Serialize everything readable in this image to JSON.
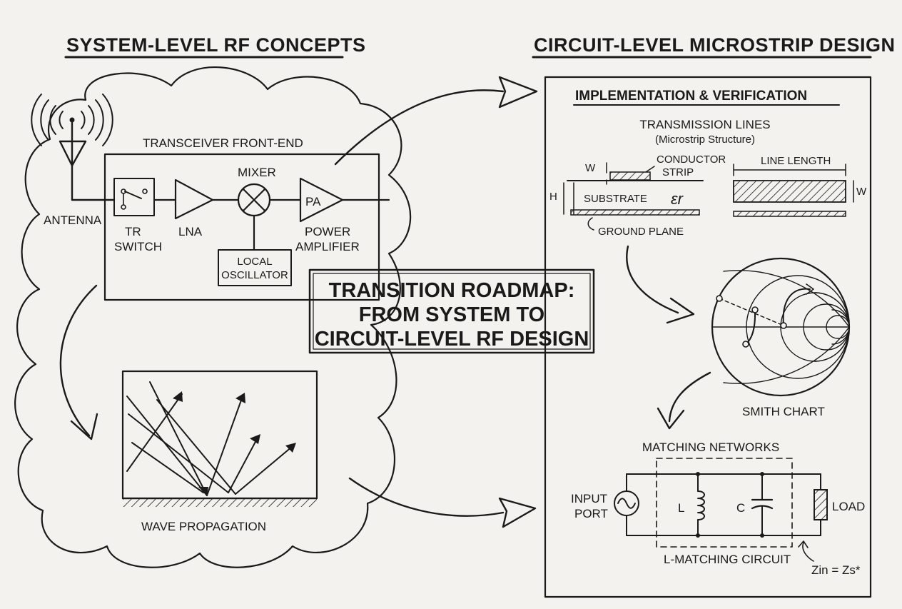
{
  "headers": {
    "left": "SYSTEM-LEVEL RF CONCEPTS",
    "right": "CIRCUIT-LEVEL MICROSTRIP DESIGN"
  },
  "system": {
    "front_end_title": "TRANSCEIVER FRONT-END",
    "antenna": "ANTENNA",
    "tr_switch": [
      "TR",
      "SWITCH"
    ],
    "lna": "LNA",
    "mixer": "MIXER",
    "pa_block": "PA",
    "power_amplifier": [
      "POWER",
      "AMPLIFIER"
    ],
    "local_oscillator": [
      "LOCAL",
      "OSCILLATOR"
    ],
    "wave_propagation": "WAVE PROPAGATION"
  },
  "center": {
    "lines": [
      "TRANSITION ROADMAP:",
      "FROM SYSTEM TO",
      "CIRCUIT-LEVEL RF DESIGN"
    ]
  },
  "circuit": {
    "panel_title": "IMPLEMENTATION & VERIFICATION",
    "tl_title": "TRANSMISSION LINES",
    "tl_subtitle": "(Microstrip Structure)",
    "w_label": "W",
    "h_label": "H",
    "conductor": [
      "CONDUCTOR",
      "STRIP"
    ],
    "substrate": "SUBSTRATE",
    "epsilon_r": "εr",
    "ground_plane": "GROUND PLANE",
    "line_length": "LINE LENGTH",
    "w_label2": "W",
    "smith_chart": "SMITH CHART",
    "matching_title": "MATCHING NETWORKS",
    "input_port": [
      "INPUT",
      "PORT"
    ],
    "inductor": "L",
    "capacitor": "C",
    "load": "LOAD",
    "l_matching": "L-MATCHING CIRCUIT",
    "zin_eq": "Zin = Zs*"
  }
}
